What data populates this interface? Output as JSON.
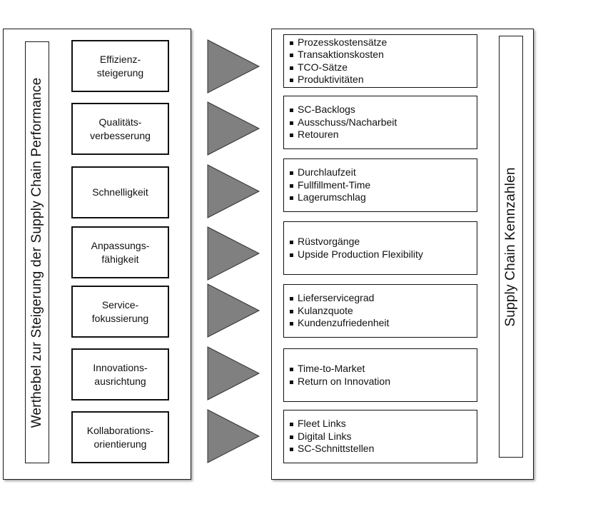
{
  "left_panel": {
    "title": "Werthebel zur Steigerung der Supply Chain Performance",
    "levers": [
      {
        "label": "Effizienz-\nsteigerung"
      },
      {
        "label": "Qualitäts-\nverbesserung"
      },
      {
        "label": "Schnelligkeit"
      },
      {
        "label": "Anpassungs-\nfähigkeit"
      },
      {
        "label": "Service-\nfokussierung"
      },
      {
        "label": "Innovations-\nausrichtung"
      },
      {
        "label": "Kollaborations-\norientierung"
      }
    ]
  },
  "arrows": {
    "count": 7,
    "icon": "triangle-right-icon",
    "fill_color": "#808080",
    "stroke_color": "#333333"
  },
  "right_panel": {
    "title": "Supply Chain Kennzahlen",
    "kpi_groups": [
      {
        "items": [
          "Prozesskostensätze",
          "Transaktionskosten",
          "TCO-Sätze",
          "Produktivitäten"
        ]
      },
      {
        "items": [
          "SC-Backlogs",
          "Ausschuss/Nacharbeit",
          "Retouren"
        ]
      },
      {
        "items": [
          "Durchlaufzeit",
          "Fullfillment-Time",
          "Lagerumschlag"
        ]
      },
      {
        "items": [
          "Rüstvorgänge",
          "Upside Production Flexibility"
        ]
      },
      {
        "items": [
          "Lieferservicegrad",
          "Kulanzquote",
          "Kundenzufriedenheit"
        ]
      },
      {
        "items": [
          "Time-to-Market",
          "Return on Innovation"
        ]
      },
      {
        "items": [
          "Fleet Links",
          "Digital Links",
          "SC-Schnittstellen"
        ]
      }
    ]
  }
}
